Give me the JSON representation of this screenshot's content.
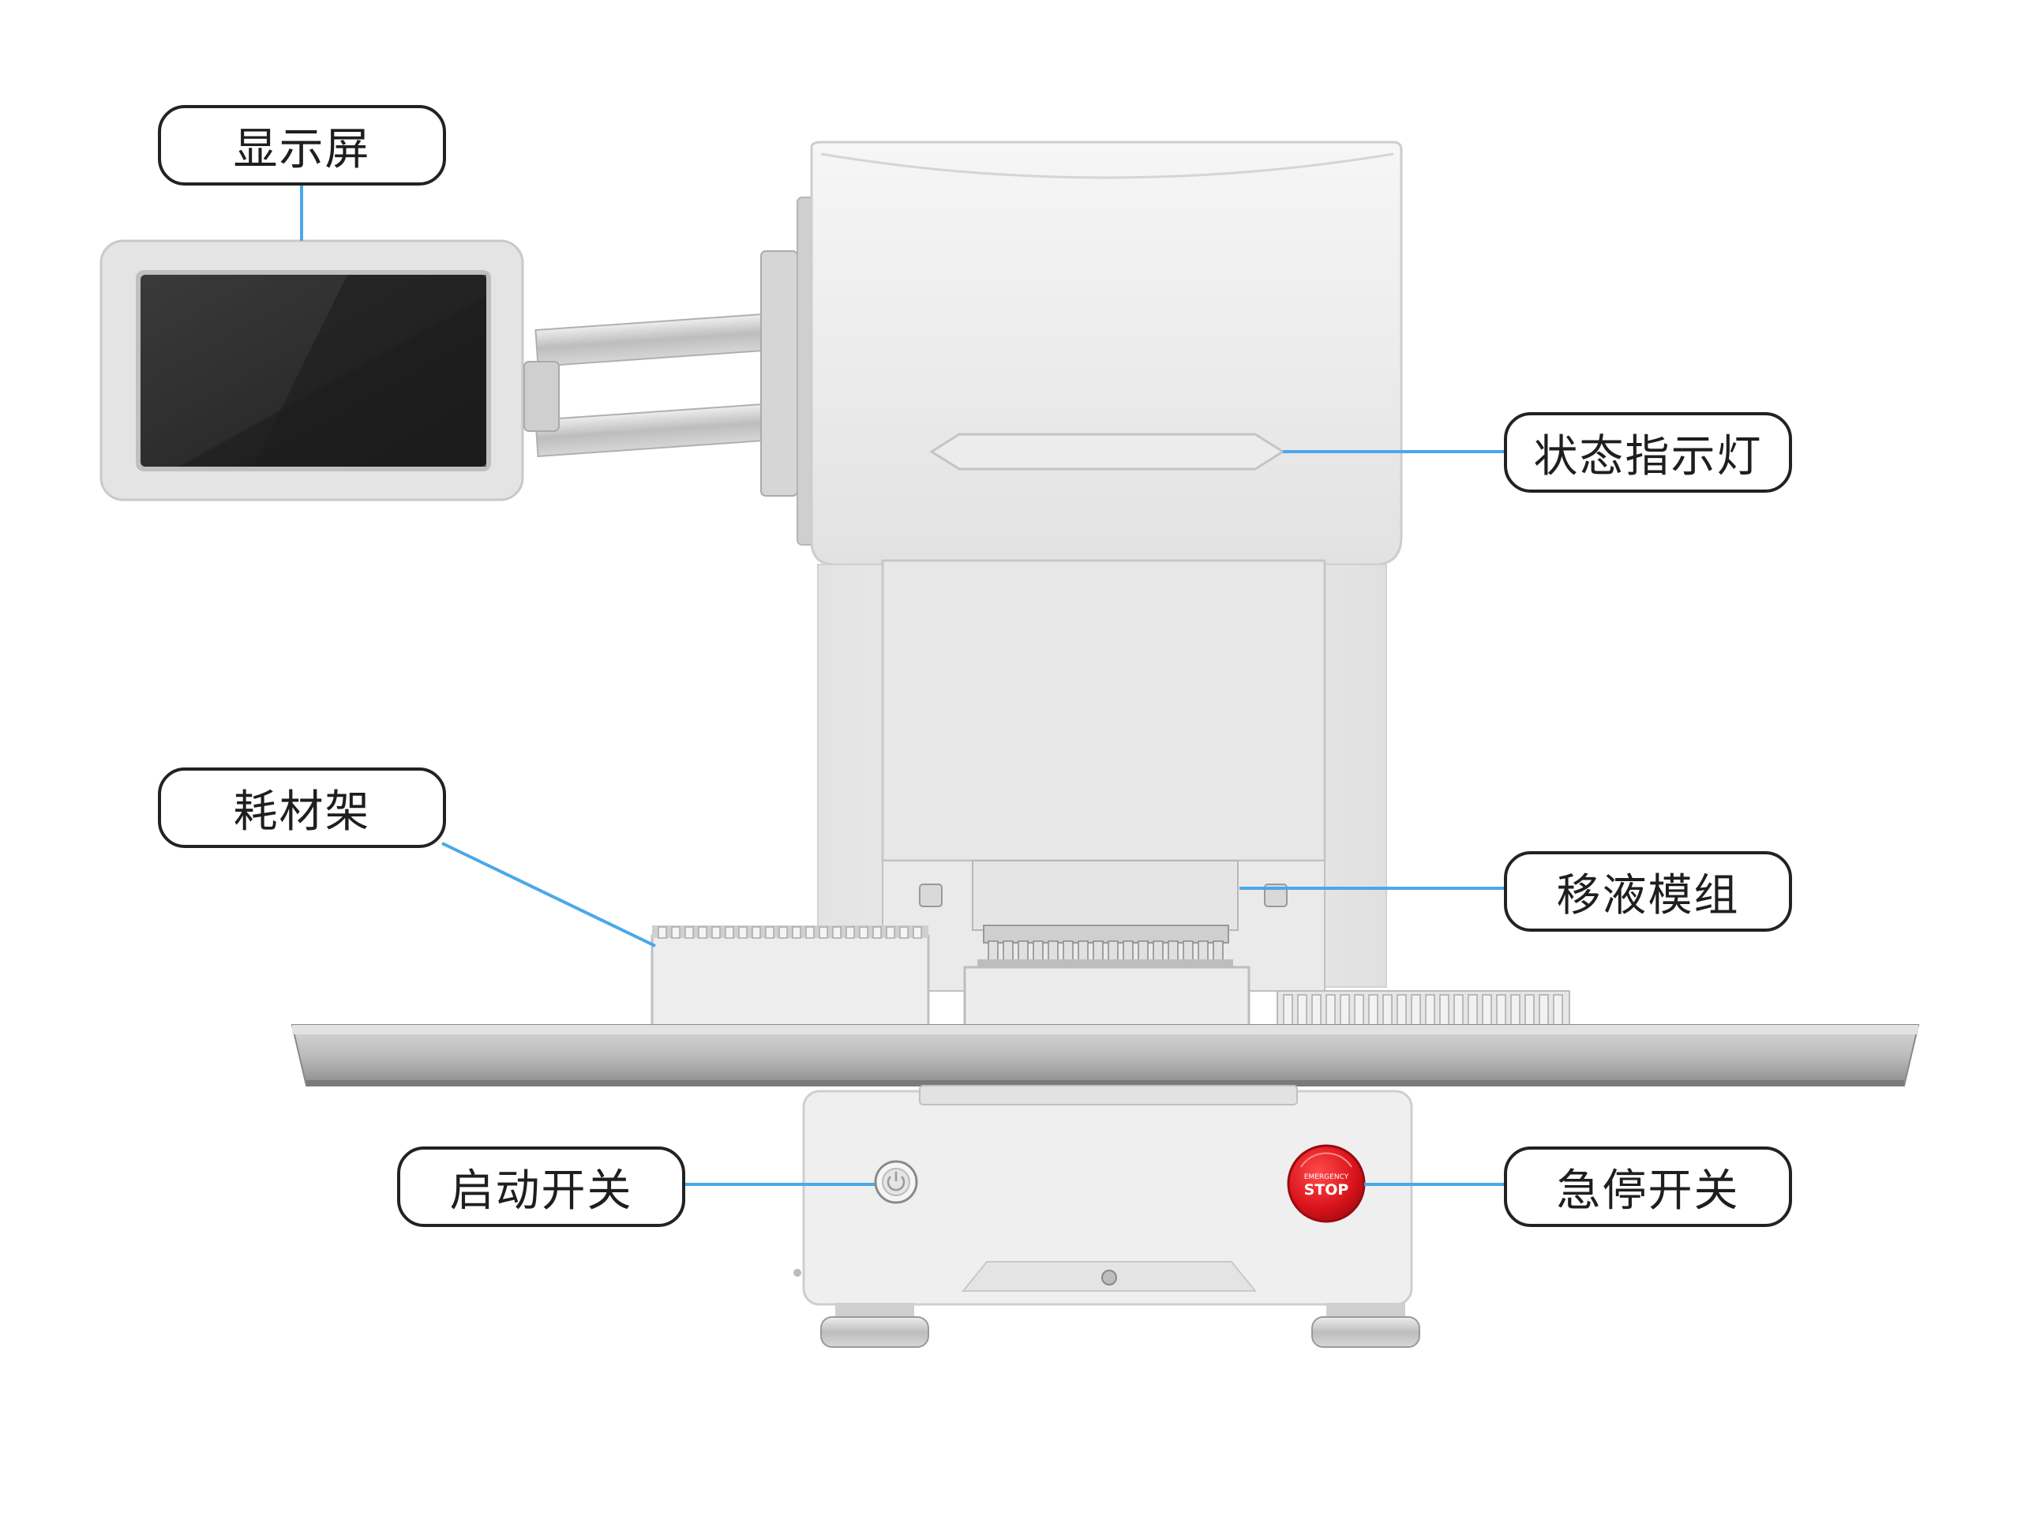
{
  "callouts": {
    "display": "显示屏",
    "status_light": "状态指示灯",
    "consumable_rack": "耗材架",
    "pipetting_module": "移液模组",
    "power_switch": "启动开关",
    "emergency_stop": "急停开关"
  },
  "estop_text": {
    "top": "EMERGENCY",
    "main": "STOP"
  },
  "colors": {
    "leader": "#4aa8e8",
    "estop": "#d8121b",
    "body": "#eeeeee",
    "tray": "#a8a8a8"
  }
}
